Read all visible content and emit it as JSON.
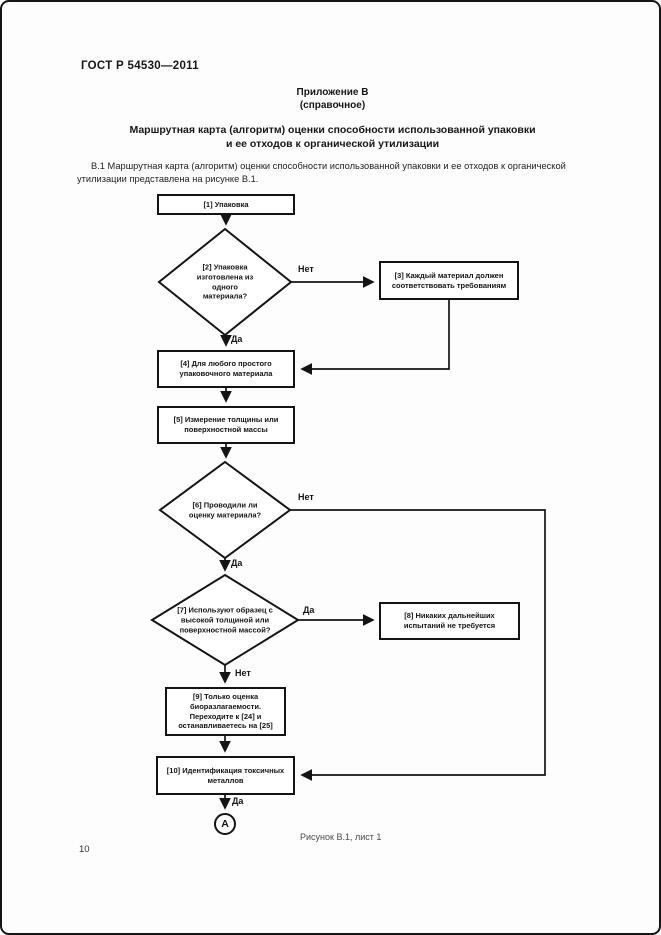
{
  "document": {
    "header": "ГОСТ Р 54530—2011",
    "appendix_label": "Приложение В",
    "appendix_type": "(справочное)",
    "title_line1": "Маршрутная карта (алгоритм) оценки способности использованной упаковки",
    "title_line2": "и ее отходов к органической утилизации",
    "intro_paragraph": "В.1 Маршрутная карта (алгоритм) оценки способности использованной упаковки и ее отходов к органической утилизации представлена на рисунке В.1.",
    "figure_caption": "Рисунок В.1, лист 1",
    "page_number": "10"
  },
  "flowchart": {
    "nodes": {
      "n1": "[1] Упаковка",
      "n2": "[2] Упаковка изготовлена из одного материала?",
      "n3": "[3] Каждый материал должен соответствовать требованиям",
      "n4": "[4] Для любого простого упаковочного материала",
      "n5": "[5] Измерение толщины или поверхностной массы",
      "n6": "[6] Проводили ли оценку материала?",
      "n7": "[7] Используют образец с высокой толщиной или поверхностной массой?",
      "n8": "[8] Никаких дальнейших испытаний не требуется",
      "n9": "[9] Только оценка биоразлагаемости. Переходите к [24] и останавливаетесь на [25]",
      "n10": "[10] Идентификация токсичных металлов"
    },
    "labels": {
      "yes": "Да",
      "no": "Нет",
      "connector_a": "А"
    }
  }
}
